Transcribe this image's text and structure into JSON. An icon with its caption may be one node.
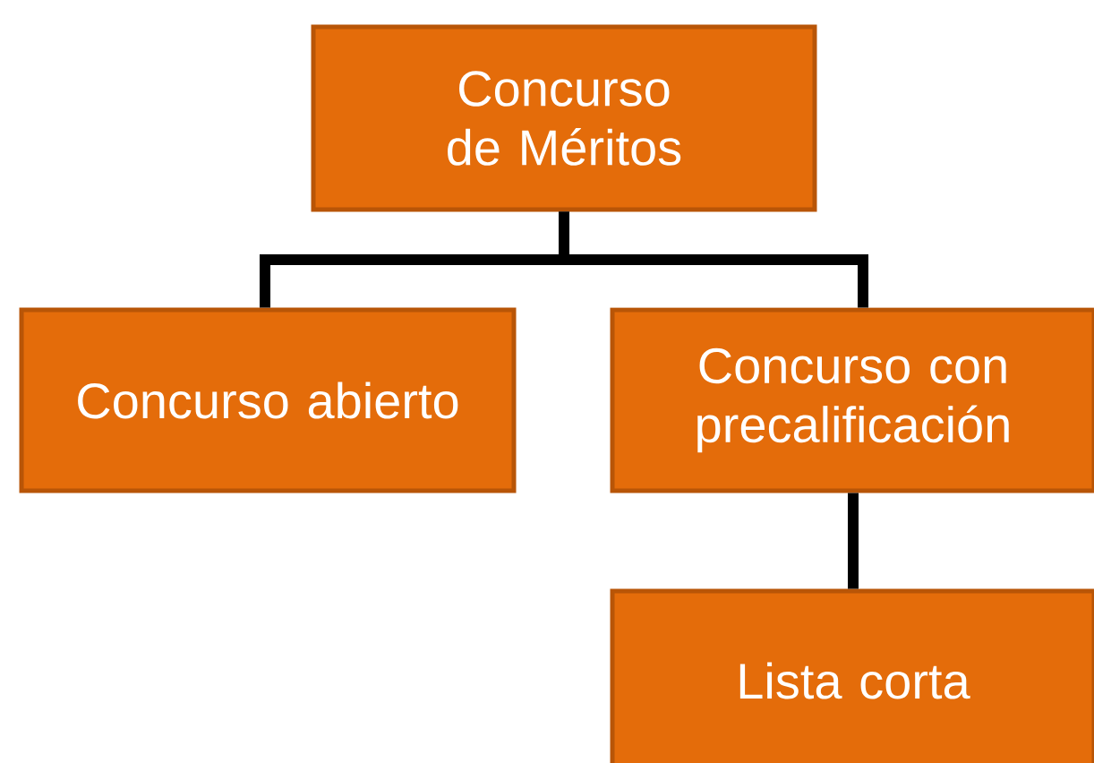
{
  "diagram": {
    "nodes": [
      {
        "text": [
          "Concurso de Méritos"
        ]
      },
      {
        "text": [
          "Concurso abierto"
        ]
      },
      {
        "text": [
          "Concurso con precalificación"
        ]
      },
      {
        "text": [
          "Lista corta"
        ]
      }
    ],
    "edges": [
      {
        "from": 0,
        "to": 1,
        "arrow": "none"
      },
      {
        "from": 0,
        "to": 2,
        "arrow": "none"
      },
      {
        "from": 2,
        "to": 3,
        "arrow": "none"
      }
    ]
  }
}
